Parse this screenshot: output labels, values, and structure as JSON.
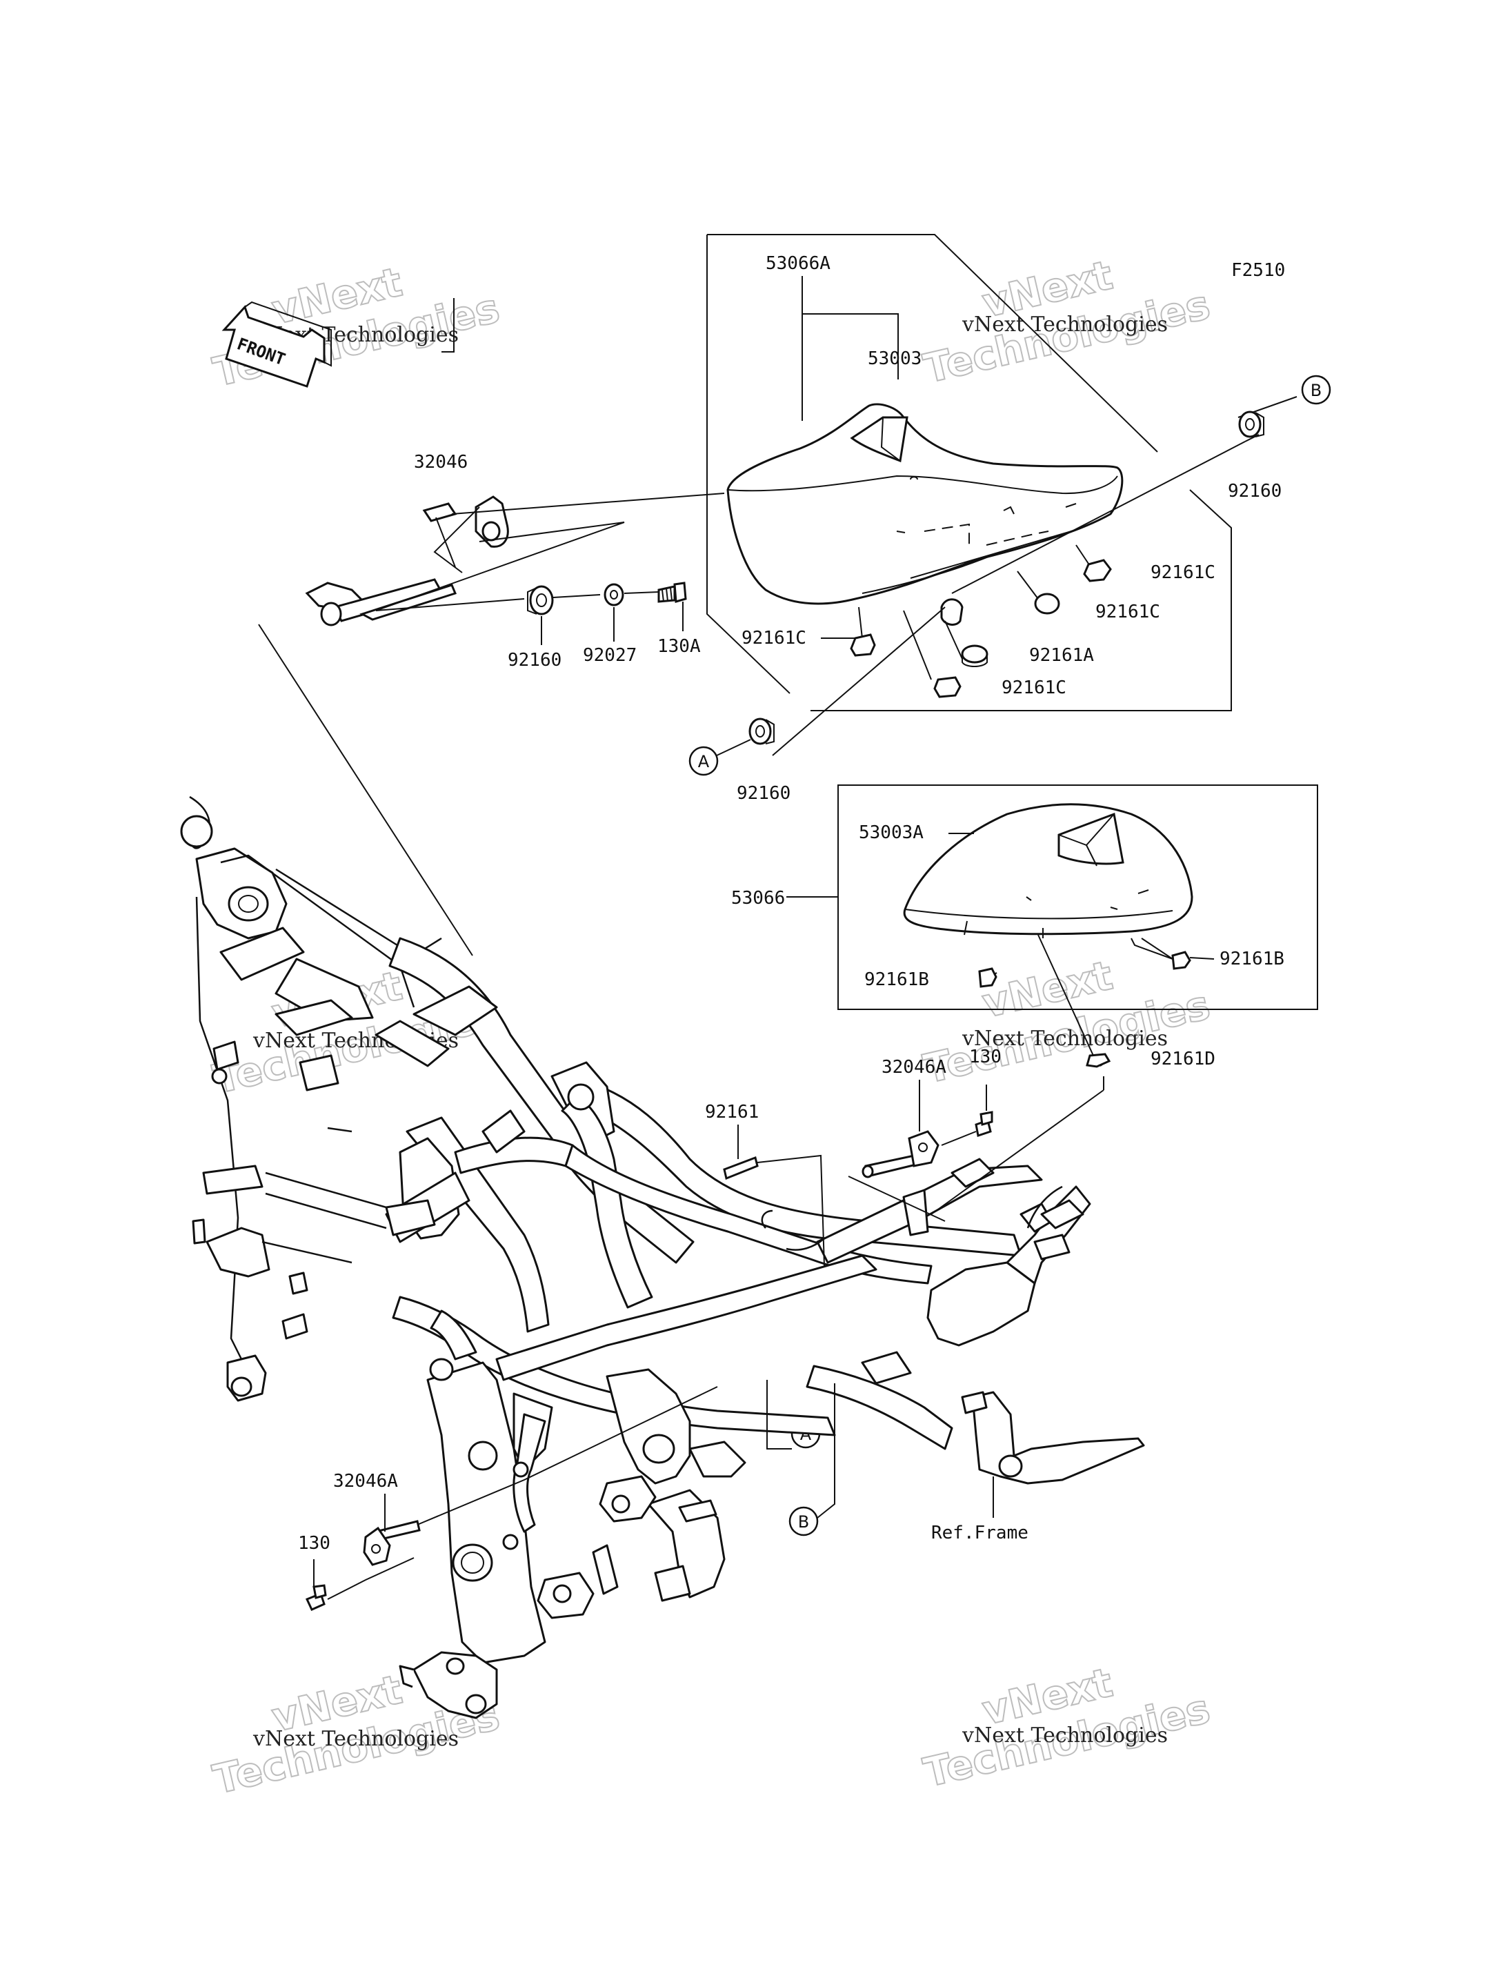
{
  "diagram_code": "F2510",
  "front_arrow_text": "FRONT",
  "ref_frame_text": "Ref.Frame",
  "watermarks": [
    {
      "line1": "vNext Technologies",
      "line2": "vNext",
      "line3": "Technologies"
    },
    {
      "line1": "vNext Technologies",
      "line2": "vNext",
      "line3": "Technologies"
    },
    {
      "line1": "vNext Technologies",
      "line2": "vNext",
      "line3": "Technologies"
    },
    {
      "line1": "vNext Technologies",
      "line2": "vNext",
      "line3": "Technologies"
    },
    {
      "line1": "vNext Technologies",
      "line2": "vNext",
      "line3": "Technologies"
    },
    {
      "line1": "vNext Technologies",
      "line2": "vNext",
      "line3": "Technologies"
    }
  ],
  "callouts": {
    "a_label": "A",
    "b_label": "B"
  },
  "parts": [
    {
      "id": "53066A",
      "text": "53066A"
    },
    {
      "id": "53003",
      "text": "53003"
    },
    {
      "id": "32046",
      "text": "32046"
    },
    {
      "id": "92160_top_right",
      "text": "92160"
    },
    {
      "id": "92161C_1",
      "text": "92161C"
    },
    {
      "id": "92161C_2",
      "text": "92161C"
    },
    {
      "id": "92161C_3",
      "text": "92161C"
    },
    {
      "id": "92161A",
      "text": "92161A"
    },
    {
      "id": "92161C_4",
      "text": "92161C"
    },
    {
      "id": "92160_left",
      "text": "92160"
    },
    {
      "id": "92027",
      "text": "92027"
    },
    {
      "id": "130A",
      "text": "130A"
    },
    {
      "id": "92160_bottom",
      "text": "92160"
    },
    {
      "id": "53003A",
      "text": "53003A"
    },
    {
      "id": "53066",
      "text": "53066"
    },
    {
      "id": "92161B_right",
      "text": "92161B"
    },
    {
      "id": "92161B_left",
      "text": "92161B"
    },
    {
      "id": "92161D",
      "text": "92161D"
    },
    {
      "id": "32046A_top",
      "text": "32046A"
    },
    {
      "id": "130_top",
      "text": "130"
    },
    {
      "id": "92161",
      "text": "92161"
    },
    {
      "id": "32046A_bottom",
      "text": "32046A"
    },
    {
      "id": "130_bottom",
      "text": "130"
    }
  ]
}
